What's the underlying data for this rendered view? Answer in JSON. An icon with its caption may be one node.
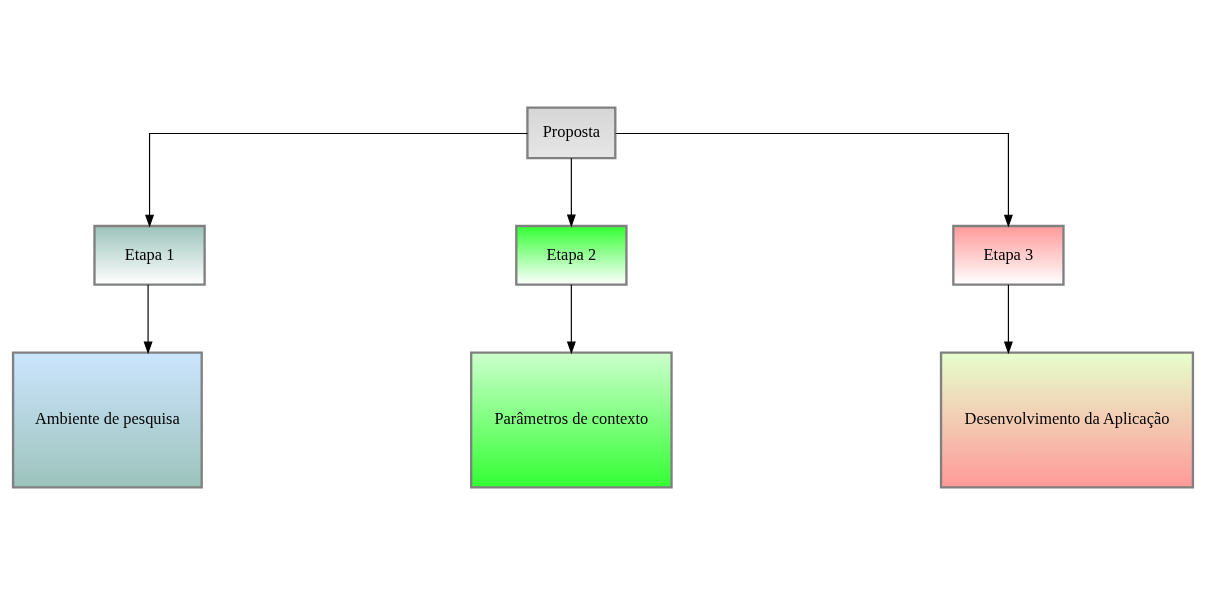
{
  "diagram": {
    "nodes": [
      {
        "text": [
          "Proposta"
        ]
      },
      {
        "text": [
          "Etapa 1"
        ]
      },
      {
        "text": [
          "Etapa 2"
        ]
      },
      {
        "text": [
          "Etapa 3"
        ]
      },
      {
        "text": [
          "Ambiente de pesquisa"
        ]
      },
      {
        "text": [
          "Parâmetros de contexto"
        ]
      },
      {
        "text": [
          "Desenvolvimento da Aplicação"
        ]
      }
    ],
    "edges": [
      {
        "from": 0,
        "to": 1,
        "arrow": "to"
      },
      {
        "from": 0,
        "to": 2,
        "arrow": "to"
      },
      {
        "from": 0,
        "to": 3,
        "arrow": "to"
      },
      {
        "from": 1,
        "to": 4,
        "arrow": "to"
      },
      {
        "from": 2,
        "to": 5,
        "arrow": "to"
      },
      {
        "from": 3,
        "to": 6,
        "arrow": "to"
      }
    ]
  }
}
